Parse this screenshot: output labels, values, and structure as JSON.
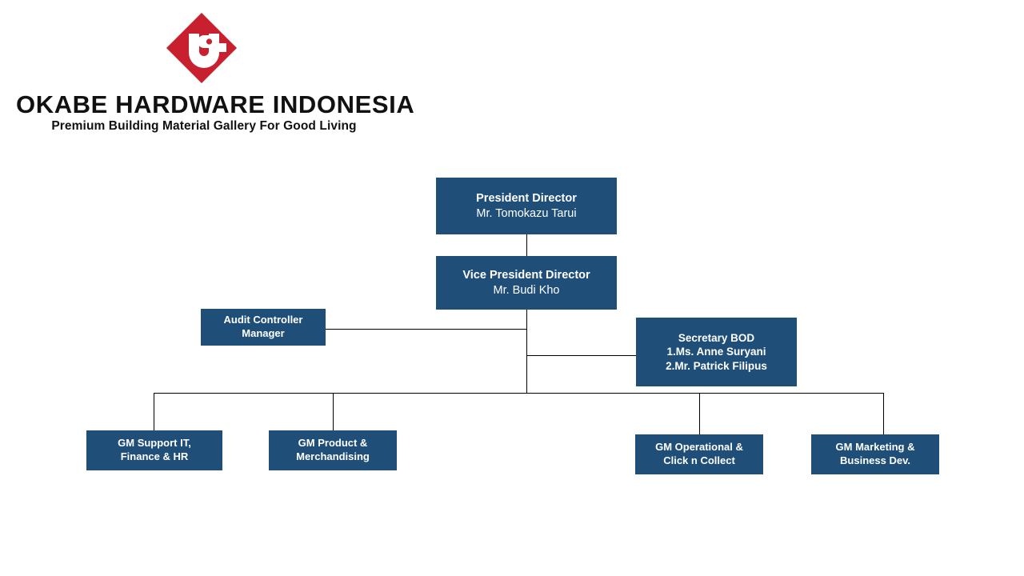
{
  "logo": {
    "mark_name": "okabe-diamond-logo",
    "mark_color": "#c8202e",
    "company_name": "OKABE HARDWARE INDONESIA",
    "tagline": "Premium Building Material Gallery For Good Living"
  },
  "theme": {
    "node_fill": "#1f4e79",
    "node_text": "#ffffff",
    "connector": "#000000",
    "background": "#ffffff"
  },
  "chart": {
    "type": "org-chart",
    "nodes": [
      {
        "id": "president-director",
        "title": "President Director",
        "person": "Mr. Tomokazu Tarui"
      },
      {
        "id": "vice-president-director",
        "title": "Vice President Director",
        "person": "Mr. Budi Kho"
      },
      {
        "id": "audit-controller-manager",
        "title": "Audit Controller",
        "subtitle": "Manager"
      },
      {
        "id": "secretary-bod",
        "title": "Secretary BOD",
        "person1": "1.Ms. Anne  Suryani",
        "person2": "2.Mr. Patrick Filipus"
      },
      {
        "id": "gm-support-it-finance-hr",
        "title": "GM Support IT,",
        "subtitle": "Finance & HR"
      },
      {
        "id": "gm-product-merchandising",
        "title": "GM Product &",
        "subtitle": "Merchandising"
      },
      {
        "id": "gm-operational-click-n-collect",
        "title": "GM Operational &",
        "subtitle": "Click n Collect"
      },
      {
        "id": "gm-marketing-business-dev",
        "title": "GM Marketing &",
        "subtitle": "Business Dev."
      }
    ]
  }
}
